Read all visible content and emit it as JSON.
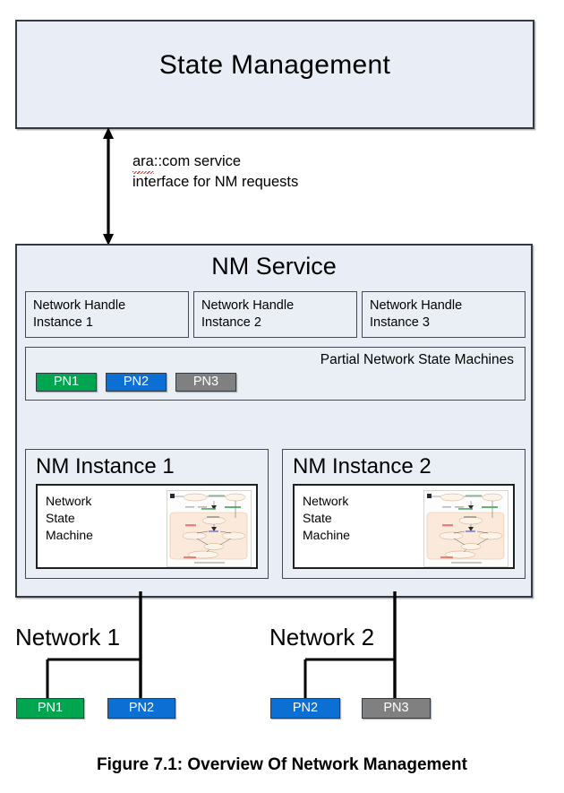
{
  "figure": {
    "caption": "Figure 7.1: Overview Of Network Management"
  },
  "state_management": {
    "title": "State Management"
  },
  "interface": {
    "label_line1_spellchecked": "ara",
    "label_line1_rest": "::com service",
    "label_line2": "interface for NM requests",
    "arrow_name": "double-headed-vertical-arrow"
  },
  "nm_service": {
    "title": "NM Service",
    "handles": [
      {
        "line1": "Network Handle",
        "line2": "Instance 1"
      },
      {
        "line1": "Network Handle",
        "line2": "Instance 2"
      },
      {
        "line1": "Network Handle",
        "line2": "Instance 3"
      }
    ],
    "partial_network_state_machines": {
      "title": "Partial Network State Machines",
      "chips": [
        {
          "label": "PN1",
          "color": "#00a550"
        },
        {
          "label": "PN2",
          "color": "#0b6fd4"
        },
        {
          "label": "PN3",
          "color": "#808080"
        }
      ]
    },
    "instances": [
      {
        "title": "NM Instance 1",
        "state_machine_label": "Network\nState\nMachine",
        "state_machine_line1": "Network",
        "state_machine_line2": "State",
        "state_machine_line3": "Machine",
        "thumbnail_name": "network-state-machine-diagram-thumbnail"
      },
      {
        "title": "NM Instance 2",
        "state_machine_line1": "Network",
        "state_machine_line2": "State",
        "state_machine_line3": "Machine",
        "thumbnail_name": "network-state-machine-diagram-thumbnail"
      }
    ]
  },
  "networks": [
    {
      "label": "Network 1",
      "partial_networks": [
        {
          "label": "PN1",
          "color": "#00a550"
        },
        {
          "label": "PN2",
          "color": "#0b6fd4"
        }
      ]
    },
    {
      "label": "Network 2",
      "partial_networks": [
        {
          "label": "PN2",
          "color": "#0b6fd4"
        },
        {
          "label": "PN3",
          "color": "#808080"
        }
      ]
    }
  ],
  "colors": {
    "box_fill": "#e9eef6",
    "box_border": "#333a42",
    "pn1_green": "#00a550",
    "pn2_blue": "#0b6fd4",
    "pn3_gray": "#808080",
    "spellcheck_underline": "#e23b3b"
  }
}
